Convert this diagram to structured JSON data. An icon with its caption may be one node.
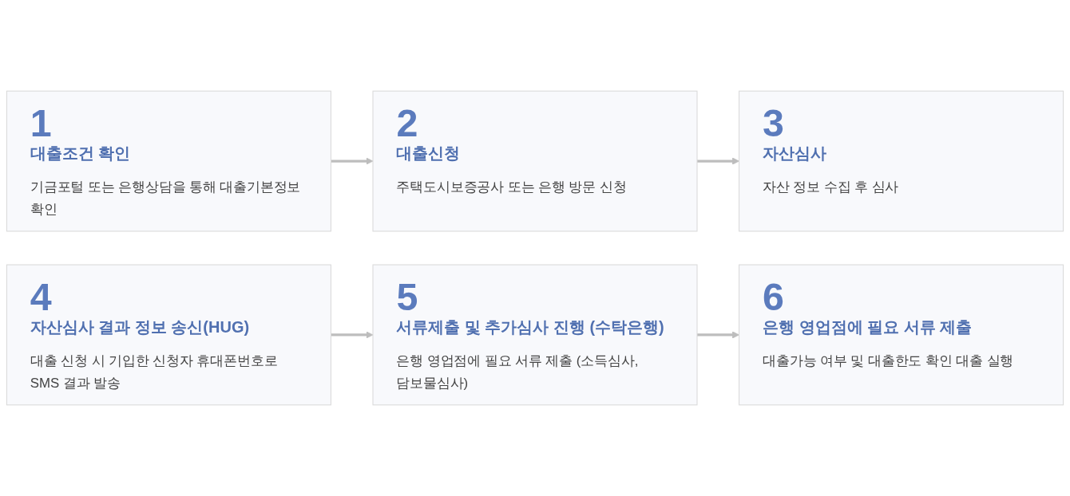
{
  "diagram": {
    "nodes": [
      {
        "text": [
          "1",
          "대출조건 확인",
          "기금포털 또는 은행상담을 통해 대출기본정보 확인"
        ]
      },
      {
        "text": [
          "2",
          "대출신청",
          "주택도시보증공사 또는 은행 방문 신청"
        ]
      },
      {
        "text": [
          "3",
          "자산심사",
          "자산 정보 수집 후 심사"
        ]
      },
      {
        "text": [
          "4",
          "자산심사 결과 정보 송신(HUG)",
          "대출 신청 시 기입한 신청자 휴대폰번호로 SMS 결과 발송"
        ]
      },
      {
        "text": [
          "5",
          "서류제출 및 추가심사 진행 (수탁은행)",
          "은행 영업점에 필요 서류 제출 (소득심사, 담보물심사)"
        ]
      },
      {
        "text": [
          "6",
          "은행 영업점에 필요 서류 제출",
          "대출가능 여부 및 대출한도 확인 대출 실행"
        ]
      }
    ],
    "edges": [
      {
        "from": 0,
        "to": 1,
        "arrow": "to"
      },
      {
        "from": 1,
        "to": 2,
        "arrow": "to"
      },
      {
        "from": 3,
        "to": 4,
        "arrow": "to"
      },
      {
        "from": 4,
        "to": 5,
        "arrow": "to"
      }
    ]
  }
}
